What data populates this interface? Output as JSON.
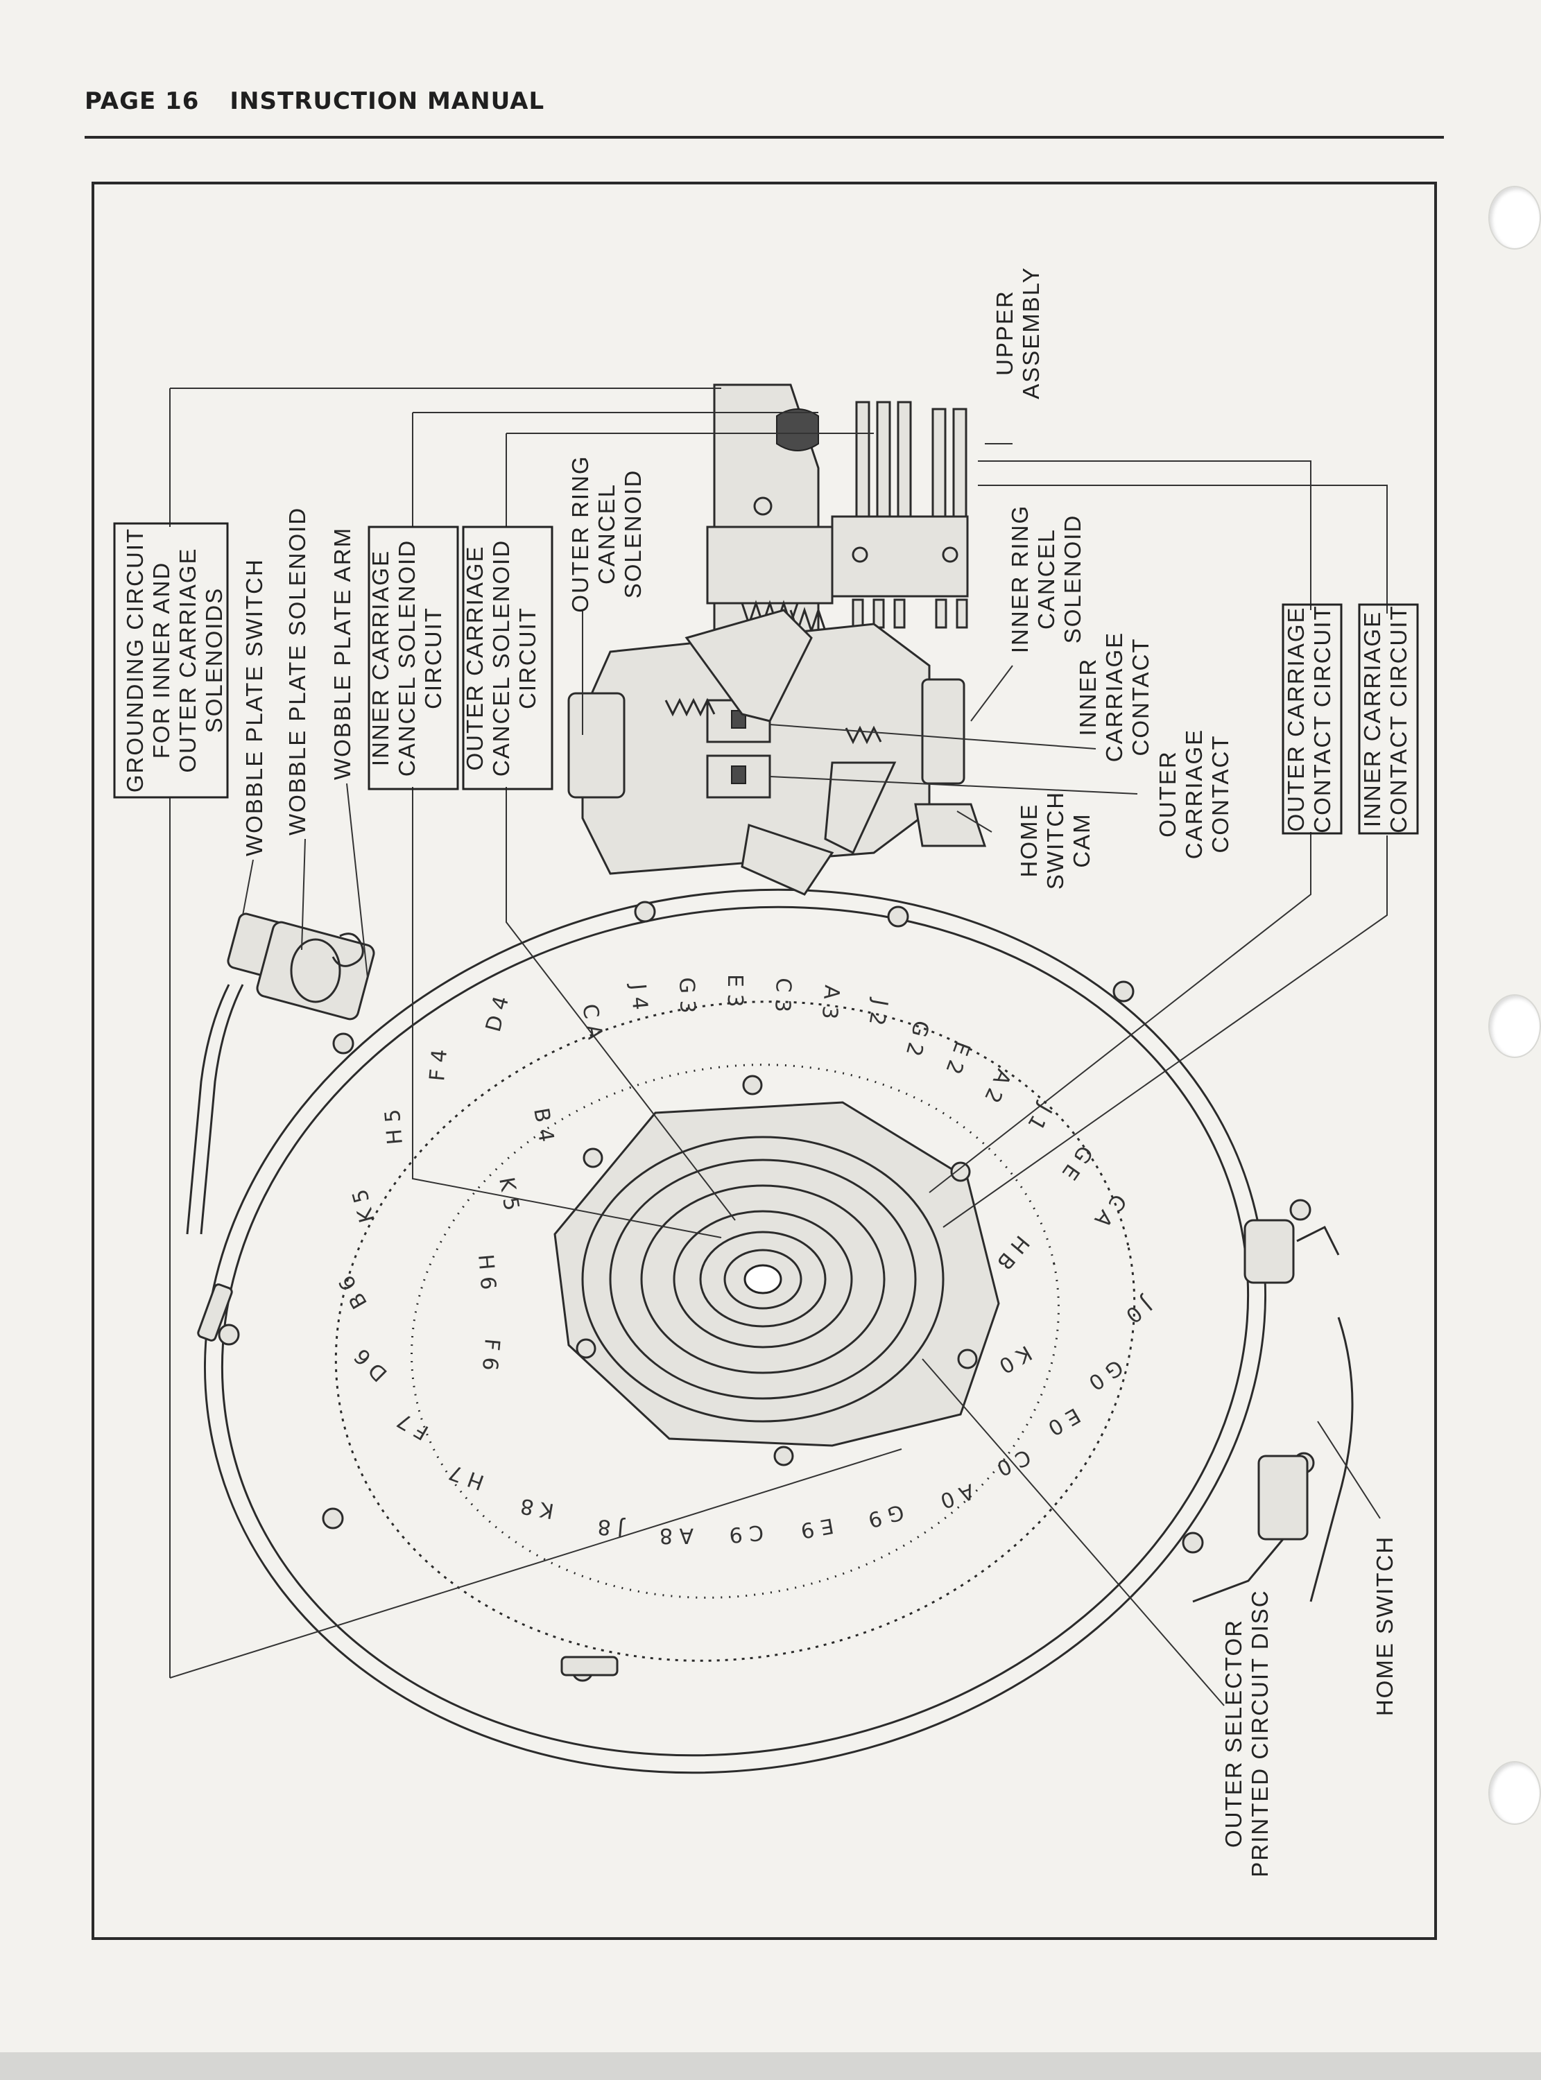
{
  "header": {
    "page": "PAGE 16",
    "title": "INSTRUCTION MANUAL"
  },
  "labels": {
    "grounding": [
      "GROUNDING CIRCUIT",
      "FOR INNER AND",
      "OUTER CARRIAGE",
      "SOLENOIDS"
    ],
    "wobble_switch": "WOBBLE PLATE SWITCH",
    "wobble_solenoid": "WOBBLE PLATE SOLENOID",
    "wobble_arm": "WOBBLE PLATE ARM",
    "inner_carriage_cancel": [
      "INNER CARRIAGE",
      "CANCEL SOLENOID",
      "CIRCUIT"
    ],
    "outer_carriage_cancel": [
      "OUTER CARRIAGE",
      "CANCEL SOLENOID",
      "CIRCUIT"
    ],
    "outer_ring_cancel": [
      "OUTER RING",
      "CANCEL",
      "SOLENOID"
    ],
    "upper_assembly": [
      "UPPER",
      "ASSEMBLY"
    ],
    "inner_ring_cancel": [
      "INNER RING",
      "CANCEL",
      "SOLENOID"
    ],
    "inner_carriage_contact": [
      "INNER",
      "CARRIAGE",
      "CONTACT"
    ],
    "outer_carriage_contact": [
      "OUTER",
      "CARRIAGE",
      "CONTACT"
    ],
    "home_switch_cam": [
      "HOME",
      "SWITCH",
      "CAM"
    ],
    "outer_carriage_contact_circuit": [
      "OUTER CARRIAGE",
      "CONTACT CIRCUIT"
    ],
    "inner_carriage_contact_circuit": [
      "INNER CARRIAGE",
      "CONTACT CIRCUIT"
    ],
    "outer_selector": [
      "OUTER SELECTOR",
      "PRINTED CIRCUIT DISC"
    ],
    "home_switch": "HOME SWITCH"
  }
}
